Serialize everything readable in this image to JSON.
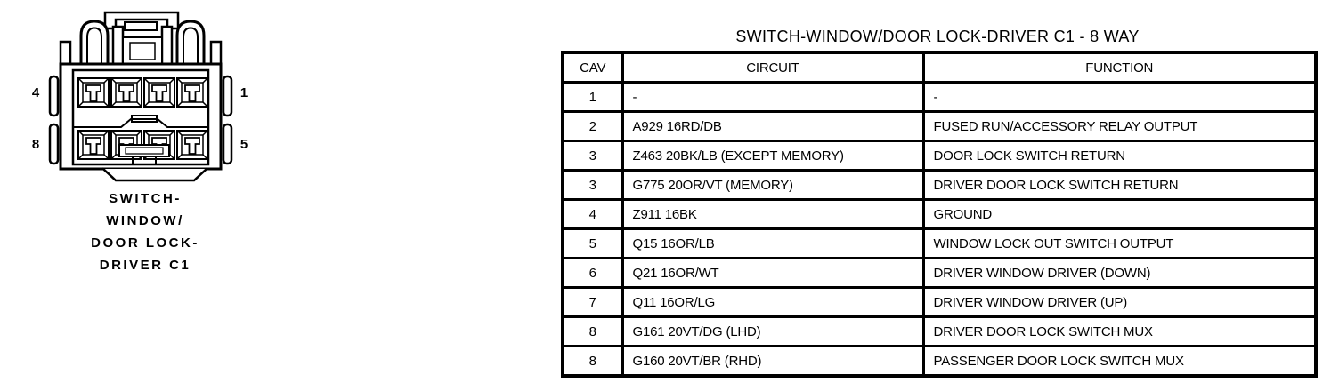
{
  "connector": {
    "label_lines": [
      "SWITCH-",
      "WINDOW/",
      "DOOR LOCK-",
      "DRIVER C1"
    ],
    "pin_labels": {
      "top_left": "4",
      "top_right": "1",
      "bottom_left": "8",
      "bottom_right": "5"
    }
  },
  "table": {
    "title": "SWITCH-WINDOW/DOOR LOCK-DRIVER C1 - 8 WAY",
    "columns": [
      "CAV",
      "CIRCUIT",
      "FUNCTION"
    ],
    "rows": [
      [
        "1",
        "-",
        "-"
      ],
      [
        "2",
        "A929 16RD/DB",
        "FUSED RUN/ACCESSORY RELAY OUTPUT"
      ],
      [
        "3",
        "Z463 20BK/LB (EXCEPT MEMORY)",
        "DOOR LOCK SWITCH RETURN"
      ],
      [
        "3",
        "G775 20OR/VT (MEMORY)",
        "DRIVER DOOR LOCK SWITCH RETURN"
      ],
      [
        "4",
        "Z911 16BK",
        "GROUND"
      ],
      [
        "5",
        "Q15 16OR/LB",
        "WINDOW LOCK OUT SWITCH OUTPUT"
      ],
      [
        "6",
        "Q21 16OR/WT",
        "DRIVER WINDOW DRIVER (DOWN)"
      ],
      [
        "7",
        "Q11 16OR/LG",
        "DRIVER WINDOW DRIVER (UP)"
      ],
      [
        "8",
        "G161 20VT/DG (LHD)",
        "DRIVER DOOR LOCK SWITCH MUX"
      ],
      [
        "8",
        "G160 20VT/BR (RHD)",
        "PASSENGER DOOR LOCK SWITCH MUX"
      ]
    ]
  },
  "colors": {
    "ink": "#000000",
    "paper": "#ffffff"
  }
}
